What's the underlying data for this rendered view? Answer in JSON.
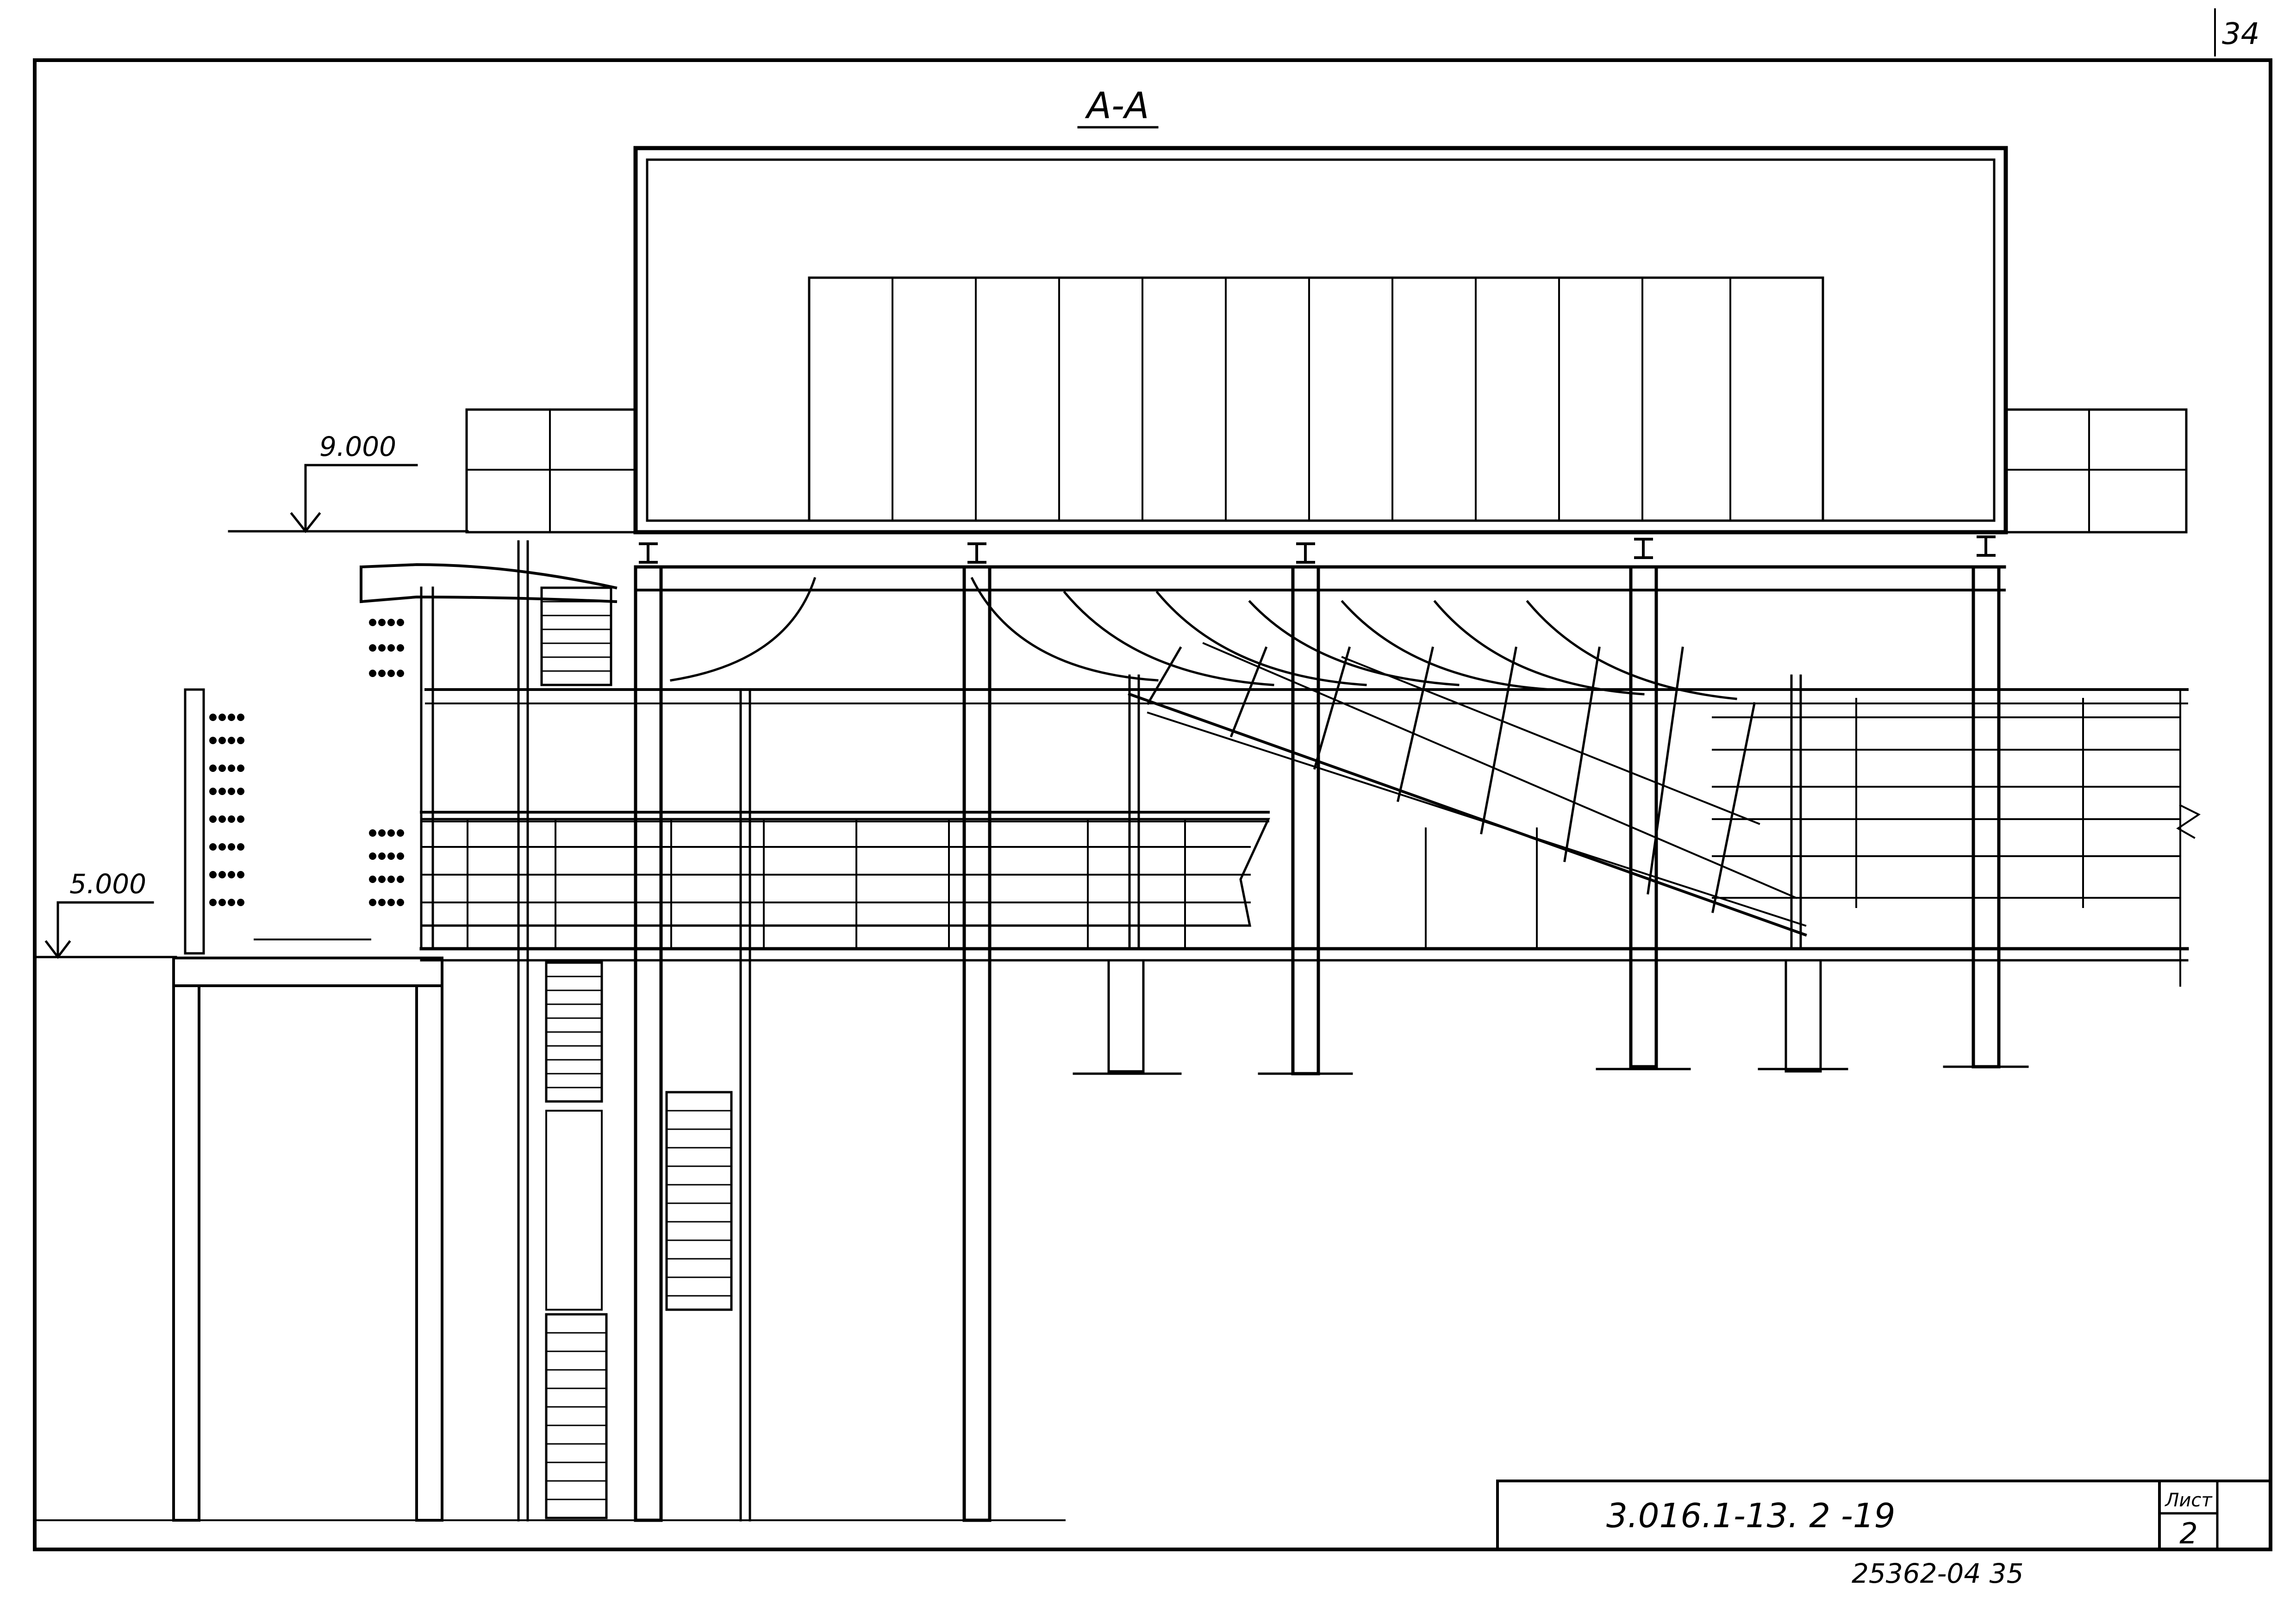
{
  "sheet": {
    "page_number": "34",
    "section_title": "А-А",
    "document_code": "3.016.1-13. 2 -19",
    "sheet_label": "Лист",
    "sheet_number": "2",
    "archive_number": "25362-04 35"
  },
  "elevations": [
    {
      "value": "9.000"
    },
    {
      "value": "5.000"
    }
  ]
}
